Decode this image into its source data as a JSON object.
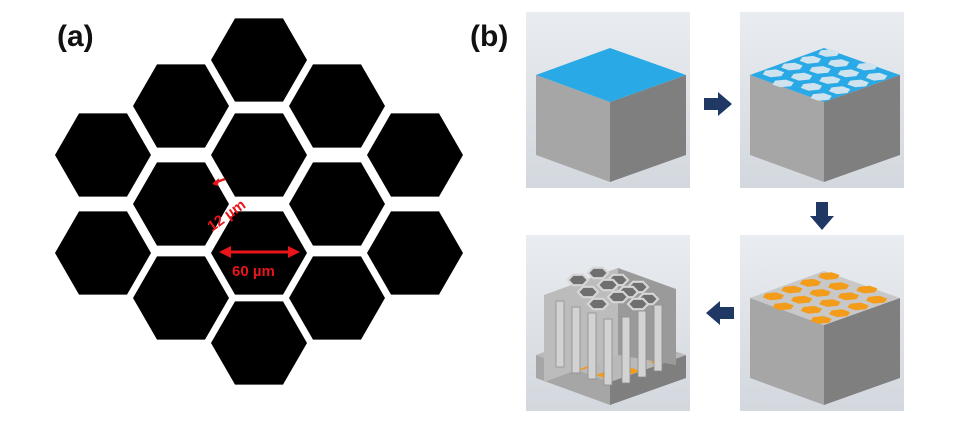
{
  "labels": {
    "panel_a": "(a)",
    "panel_b": "(b)"
  },
  "dimensions": {
    "gap": "12 µm",
    "width": "60 µm"
  },
  "colors": {
    "hexagon": "#000000",
    "annotation": "#e8151b",
    "coating": "#29a9e6",
    "mask": "#f39c1a",
    "cube": "#8a8a8a",
    "arrow": "#1f3864"
  },
  "process_steps": [
    {
      "id": "step-1",
      "description": "coated cube"
    },
    {
      "id": "step-2",
      "description": "patterned hexagon openings"
    },
    {
      "id": "step-3",
      "description": "orange hexagon mask"
    },
    {
      "id": "step-4",
      "description": "etched honeycomb walls"
    }
  ]
}
